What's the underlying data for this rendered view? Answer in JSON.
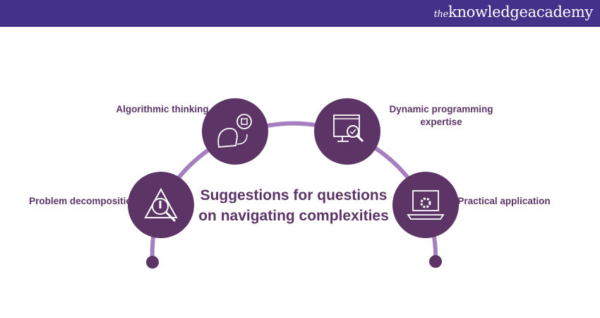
{
  "header": {
    "logo_prefix": "the",
    "logo_main": "knowledgeacademy"
  },
  "title": "Suggestions for questions on navigating complexities",
  "steps": [
    {
      "label": "Problem decomposition",
      "icon": "warning-magnifier-icon"
    },
    {
      "label": "Algorithmic thinking",
      "icon": "brain-chip-icon"
    },
    {
      "label": "Dynamic programming expertise",
      "icon": "monitor-check-magnifier-icon"
    },
    {
      "label": "Practical application",
      "icon": "laptop-gear-icon"
    }
  ],
  "colors": {
    "header": "#44318a",
    "circle": "#5c3466",
    "arc": "#a67fc0",
    "text": "#5a3566"
  }
}
